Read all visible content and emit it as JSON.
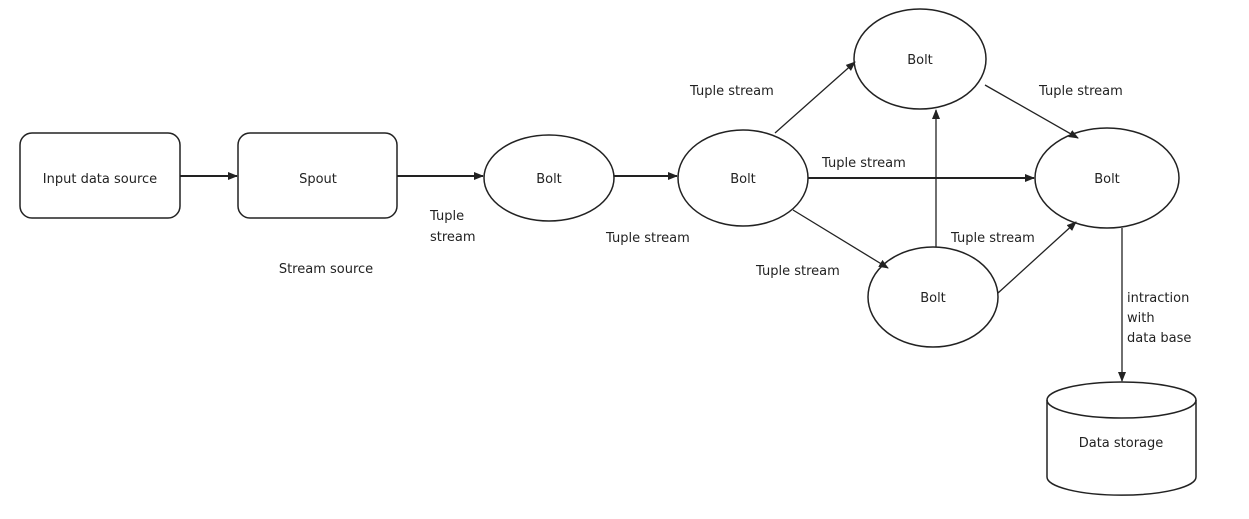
{
  "nodes": {
    "input": "Input data source",
    "spout": "Spout",
    "bolt1": "Bolt",
    "bolt2": "Bolt",
    "bolt_top": "Bolt",
    "bolt_bottom": "Bolt",
    "bolt_right": "Bolt",
    "storage": "Data storage"
  },
  "labels": {
    "spout_caption": "Stream source",
    "spout_bolt1_l1": "Tuple",
    "spout_bolt1_l2": "stream",
    "bolt1_bolt2": "Tuple stream",
    "bolt2_top": "Tuple stream",
    "bolt2_right": "Tuple stream",
    "top_right": "Tuple stream",
    "bottom_right": "Tuple stream",
    "bolt2_bottom": "Tuple stream",
    "db_l1": "intraction",
    "db_l2": "with",
    "db_l3": "data base"
  },
  "colors": {
    "stroke": "#222222",
    "background": "#ffffff"
  }
}
